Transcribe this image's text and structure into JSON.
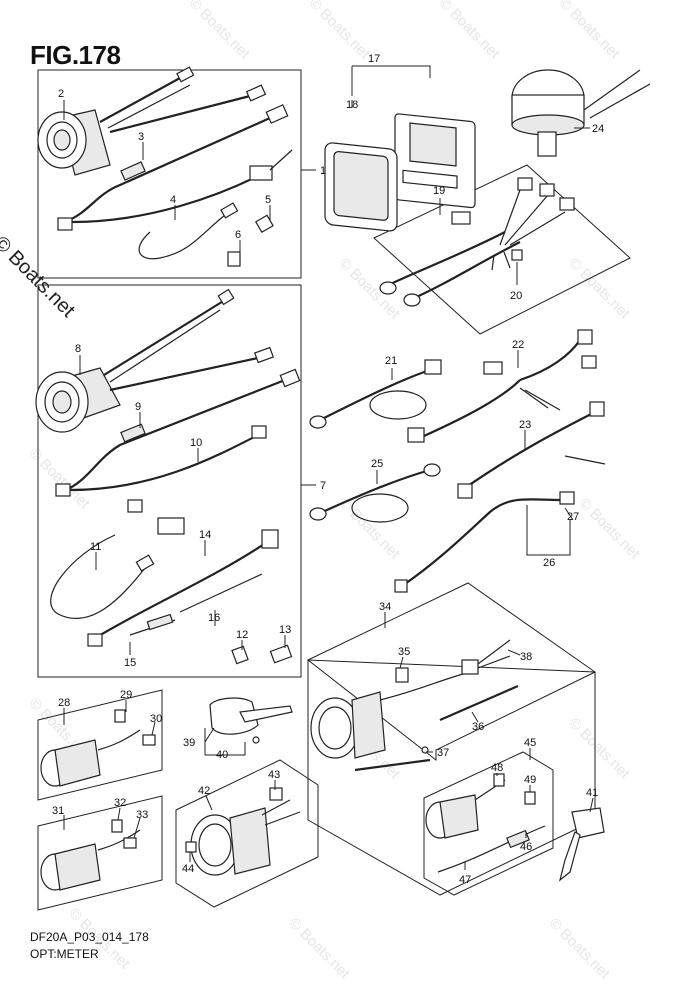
{
  "figure": {
    "title": "FIG.178",
    "code": "DF20A_P03_014_178",
    "description": "OPT:METER"
  },
  "watermark": {
    "side_text": "© Boats.net",
    "repeat_text": "© Boats.net"
  },
  "callouts": [
    "1",
    "2",
    "3",
    "4",
    "5",
    "6",
    "7",
    "8",
    "9",
    "10",
    "11",
    "12",
    "13",
    "14",
    "15",
    "16",
    "17",
    "18",
    "19",
    "20",
    "21",
    "22",
    "23",
    "24",
    "25",
    "26",
    "27",
    "28",
    "29",
    "30",
    "31",
    "32",
    "33",
    "34",
    "35",
    "36",
    "37",
    "38",
    "39",
    "40",
    "41",
    "42",
    "43",
    "44",
    "45",
    "46",
    "47",
    "48",
    "49"
  ]
}
